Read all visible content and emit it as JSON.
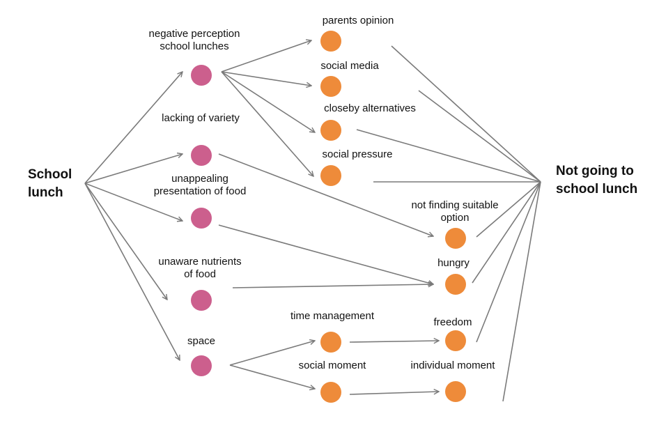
{
  "diagram": {
    "colors": {
      "cause_node": "#cc5f8d",
      "factor_node": "#ee8b3a",
      "edge": "#7a7a7a",
      "text": "#111111"
    },
    "source": {
      "line1": "School",
      "line2": "lunch"
    },
    "target": {
      "line1": "Not going to",
      "line2": "school lunch"
    },
    "causes": [
      {
        "line1": "negative perception",
        "line2": "school lunches"
      },
      {
        "line1": "lacking of variety",
        "line2": ""
      },
      {
        "line1": "unappealing",
        "line2": "presentation of food"
      },
      {
        "line1": "unaware nutrients",
        "line2": "of food"
      },
      {
        "line1": "space",
        "line2": ""
      }
    ],
    "factors": [
      {
        "line1": "parents opinion",
        "line2": ""
      },
      {
        "line1": "social media",
        "line2": ""
      },
      {
        "line1": "closeby alternatives",
        "line2": ""
      },
      {
        "line1": "social pressure",
        "line2": ""
      },
      {
        "line1": "not finding suitable",
        "line2": "option"
      },
      {
        "line1": "hungry",
        "line2": ""
      },
      {
        "line1": "time management",
        "line2": ""
      },
      {
        "line1": "social moment",
        "line2": ""
      },
      {
        "line1": "freedom",
        "line2": ""
      },
      {
        "line1": "individual moment",
        "line2": ""
      }
    ]
  }
}
